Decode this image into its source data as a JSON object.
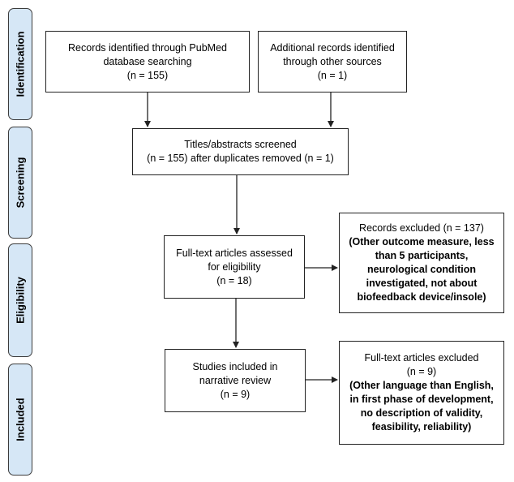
{
  "phases": [
    {
      "id": "identification",
      "label": "Identification"
    },
    {
      "id": "screening",
      "label": "Screening"
    },
    {
      "id": "eligibility",
      "label": "Eligibility"
    },
    {
      "id": "included",
      "label": "Included"
    }
  ],
  "boxes": {
    "pubmed": [
      "Records identified through PubMed",
      "database searching",
      "(n = 155)"
    ],
    "other_sources": [
      "Additional records identified",
      "through other sources",
      "(n = 1)"
    ],
    "screened": [
      "Titles/abstracts screened",
      "(n = 155) after duplicates removed (n = 1)"
    ],
    "fulltext": [
      "Full-text articles assessed",
      "for eligibility",
      "(n = 18)"
    ],
    "records_excluded": [
      "Records excluded (n = 137)",
      "(Other outcome measure, less",
      "than 5 participants,",
      "neurological condition",
      "investigated, not about",
      "biofeedback device/insole)"
    ],
    "included": [
      "Studies included in",
      "narrative review",
      "(n = 9)"
    ],
    "fulltext_excluded": [
      "Full-text articles excluded",
      "(n = 9)",
      "(Other language than English,",
      "in first phase of development,",
      "no description of validity,",
      "feasibility, reliability)"
    ]
  }
}
